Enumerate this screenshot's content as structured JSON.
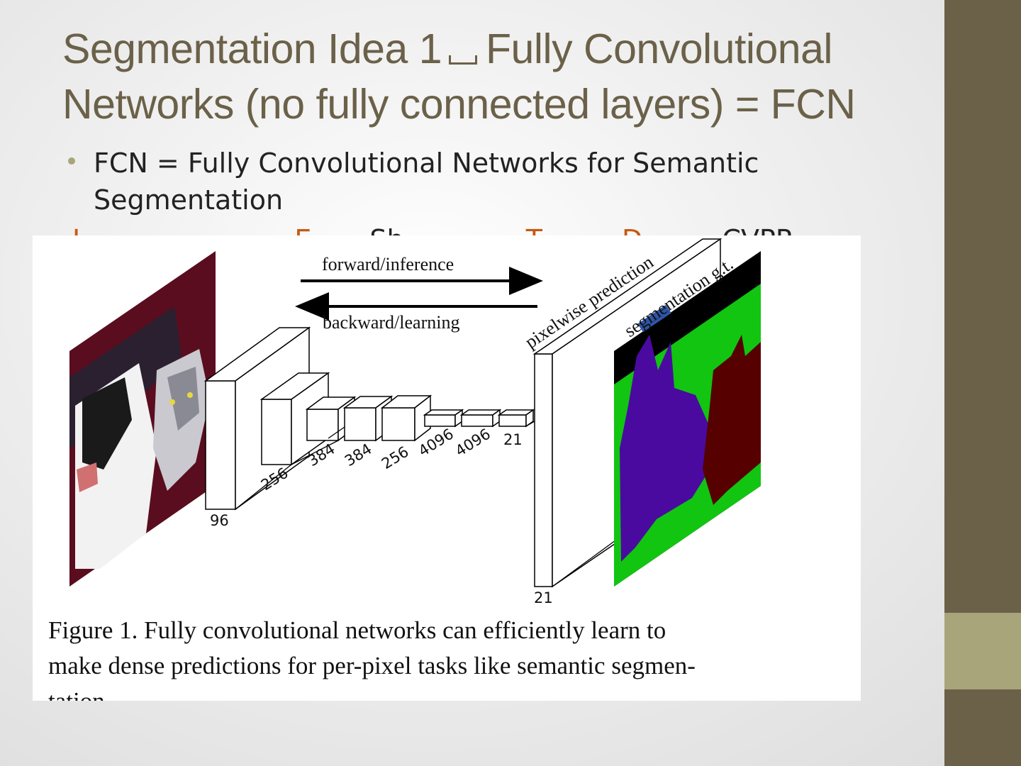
{
  "slide": {
    "title_line1_a": "Segmentation  Idea 1",
    "title_line1_b": "Fully Convolutional",
    "title_line2": "Networks (no fully connected layers) = FCN",
    "bullet": "FCN = Fully Convolutional Networks for Semantic Segmentation",
    "citation_fragments": [
      "J",
      "E",
      "Sh",
      "T",
      "D",
      "CVPR"
    ],
    "colors": {
      "title": "#6b6149",
      "sidebar": "#6b6149",
      "sidebar_accent": "#a8a57b",
      "citation_link": "#c55a11"
    }
  },
  "figure": {
    "arrow_forward": "forward/inference",
    "arrow_backward": "backward/learning",
    "label_prediction": "pixelwise prediction",
    "label_gt": "segmentation g.t.",
    "layers": [
      "96",
      "256",
      "384",
      "384",
      "256",
      "4096",
      "4096",
      "21"
    ],
    "output_label": "21",
    "caption_line1": "Figure 1.   Fully convolutional networks can efficiently learn to",
    "caption_line2": "make dense predictions for per-pixel tasks like semantic segmen-",
    "caption_line3": "tation."
  }
}
